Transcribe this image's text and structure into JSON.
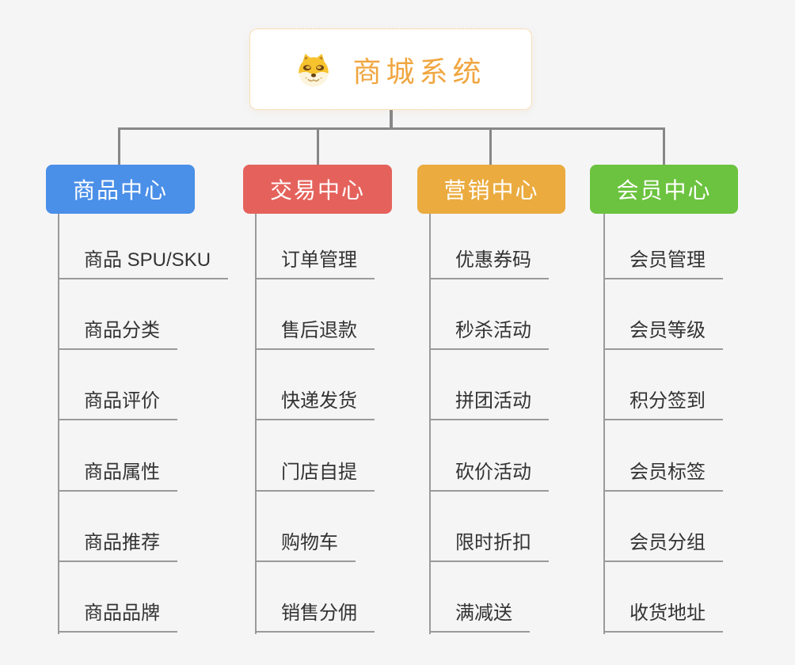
{
  "root": {
    "title": "商城系统",
    "icon": "shiba-dog-icon",
    "title_color": "#f0a640",
    "border_color": "#f2bd72"
  },
  "connector_color": "#878787",
  "background_color": "#f5f5f6",
  "branches": [
    {
      "label": "商品中心",
      "color": "#4a8fe8",
      "children": [
        "商品 SPU/SKU",
        "商品分类",
        "商品评价",
        "商品属性",
        "商品推荐",
        "商品品牌"
      ]
    },
    {
      "label": "交易中心",
      "color": "#e5625c",
      "children": [
        "订单管理",
        "售后退款",
        "快递发货",
        "门店自提",
        "购物车",
        "销售分佣"
      ]
    },
    {
      "label": "营销中心",
      "color": "#ebab3f",
      "children": [
        "优惠券码",
        "秒杀活动",
        "拼团活动",
        "砍价活动",
        "限时折扣",
        "满减送"
      ]
    },
    {
      "label": "会员中心",
      "color": "#6cc33f",
      "children": [
        "会员管理",
        "会员等级",
        "积分签到",
        "会员标签",
        "会员分组",
        "收货地址"
      ]
    }
  ]
}
